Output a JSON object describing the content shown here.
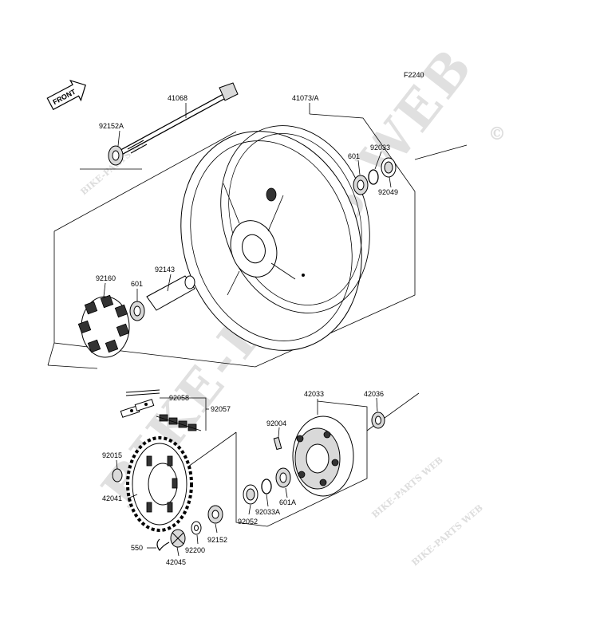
{
  "figure_code": "F2240",
  "front_label": "FRONT",
  "watermark": {
    "main": "BIKE-PARTS WEB",
    "small": "BIKE-PARTS WEB",
    "copyright": "©"
  },
  "part_labels": {
    "p41068": "41068",
    "p41073A": "41073/A",
    "p92152A": "92152A",
    "p92033_top": "92033",
    "p601_top": "601",
    "p92049": "92049",
    "p92143": "92143",
    "p92160": "92160",
    "p601_mid": "601",
    "p92058": "92058",
    "p92057": "92057",
    "p42033": "42033",
    "p42036": "42036",
    "p92004": "92004",
    "p92015": "92015",
    "p42041": "42041",
    "p601A": "601A",
    "p92033A": "92033A",
    "p92052": "92052",
    "p92152": "92152",
    "p550": "550",
    "p92200": "92200",
    "p42045": "42045"
  }
}
